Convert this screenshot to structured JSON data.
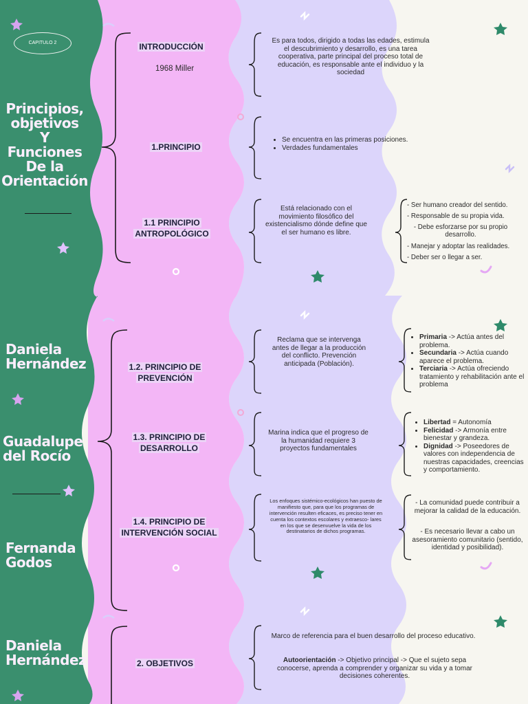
{
  "badge": "CAPITULO 2",
  "title_lines": [
    "Principios,",
    "objetivos",
    "Y",
    "Funciones",
    "De la",
    "Orientación"
  ],
  "authors": {
    "a1": [
      "Daniela",
      "Hernández"
    ],
    "a2": [
      "Guadalupe",
      "del Rocío"
    ],
    "a3": [
      "Fernanda",
      "Godos"
    ],
    "a4": [
      "Daniela",
      "Hernández"
    ]
  },
  "intro": {
    "heading": "INTRODUCCIÓN",
    "sub": "1968 Miller",
    "text": "Es para todos, dirigido a todas las edades, estimula el descubrimiento y desarrollo, es una tarea cooperativa, parte principal del proceso total de educación, es responsable ante el individuo y la sociedad"
  },
  "principio": {
    "heading": "1.PRINCIPIO",
    "items": [
      "Se encuentra en las primeras posiciones.",
      "Verdades fundamentales"
    ]
  },
  "antropologico": {
    "heading_l1": "1.1 PRINCIPIO",
    "heading_l2": "ANTROPOLÓGICO",
    "text": "Está relacionado con el movimiento filosófico del existencialismo dónde define que el ser humano es libre.",
    "items": [
      "- Ser humano creador del sentido.",
      "- Responsable de su propia vida.",
      "- Debe esforzarse por su propio desarrollo.",
      "- Manejar y adoptar las realidades.",
      "- Deber ser o llegar a ser."
    ]
  },
  "prevencion": {
    "heading_l1": "1.2. PRINCIPIO DE",
    "heading_l2": "PREVENCIÓN",
    "text": "Reclama que se intervenga antes de llegar a la producción del conflicto. Prevención anticipada (Población).",
    "items": [
      {
        "b": "Primaria",
        "t": " -> Actúa antes del problema."
      },
      {
        "b": "Secundaria",
        "t": " -> Actúa cuando aparece el problema."
      },
      {
        "b": "Terciaria",
        "t": " -> Actúa ofreciendo tratamiento y rehabilitación ante el problema"
      }
    ]
  },
  "desarrollo": {
    "heading_l1": "1.3. PRINCIPIO DE",
    "heading_l2": "DESARROLLO",
    "text": "Marina indica que el progreso de la humanidad requiere 3 proyectos fundamentales",
    "items": [
      {
        "b": "Libertad",
        "t": " = Autonomía"
      },
      {
        "b": "Felicidad",
        "t": " -> Armonía entre bienestar y grandeza."
      },
      {
        "b": "Dignidad",
        "t": " -> Poseedores de valores con independencia de nuestras capacidades, creencias y comportamiento."
      }
    ]
  },
  "intervencion": {
    "heading_l1": "1.4. PRINCIPIO DE",
    "heading_l2": "INTERVENCIÓN SOCIAL",
    "text": "Los enfoques sistémico-ecológicos han puesto de manifiesto que, para que los programas de intervención resulten eficaces, es preciso tener en cuenta los contextos escolares y extraesco- lares en los que se desenvuelve la vida de los destinatarios de dichos programas.",
    "item1": "- La comunidad puede contribuir a mejorar la calidad de la educación.",
    "item2": "- Es necesario llevar a cabo un asesoramiento comunitario (sentido, identidad y posibilidad)."
  },
  "objetivos": {
    "heading": "2. OBJETIVOS",
    "text1": "Marco de referencia para el buen desarrollo del proceso educativo.",
    "text2_b": "Autoorientación",
    "text2": " -> Objetivo principal -> Que el sujeto sepa conocerse, aprenda a comprender y organizar su vida y a tomar decisiones coherentes."
  },
  "colors": {
    "green": "#3a8f6e",
    "pink": "#f3b6f6",
    "lavender": "#dcd5fb",
    "cream": "#f7f6f0"
  }
}
